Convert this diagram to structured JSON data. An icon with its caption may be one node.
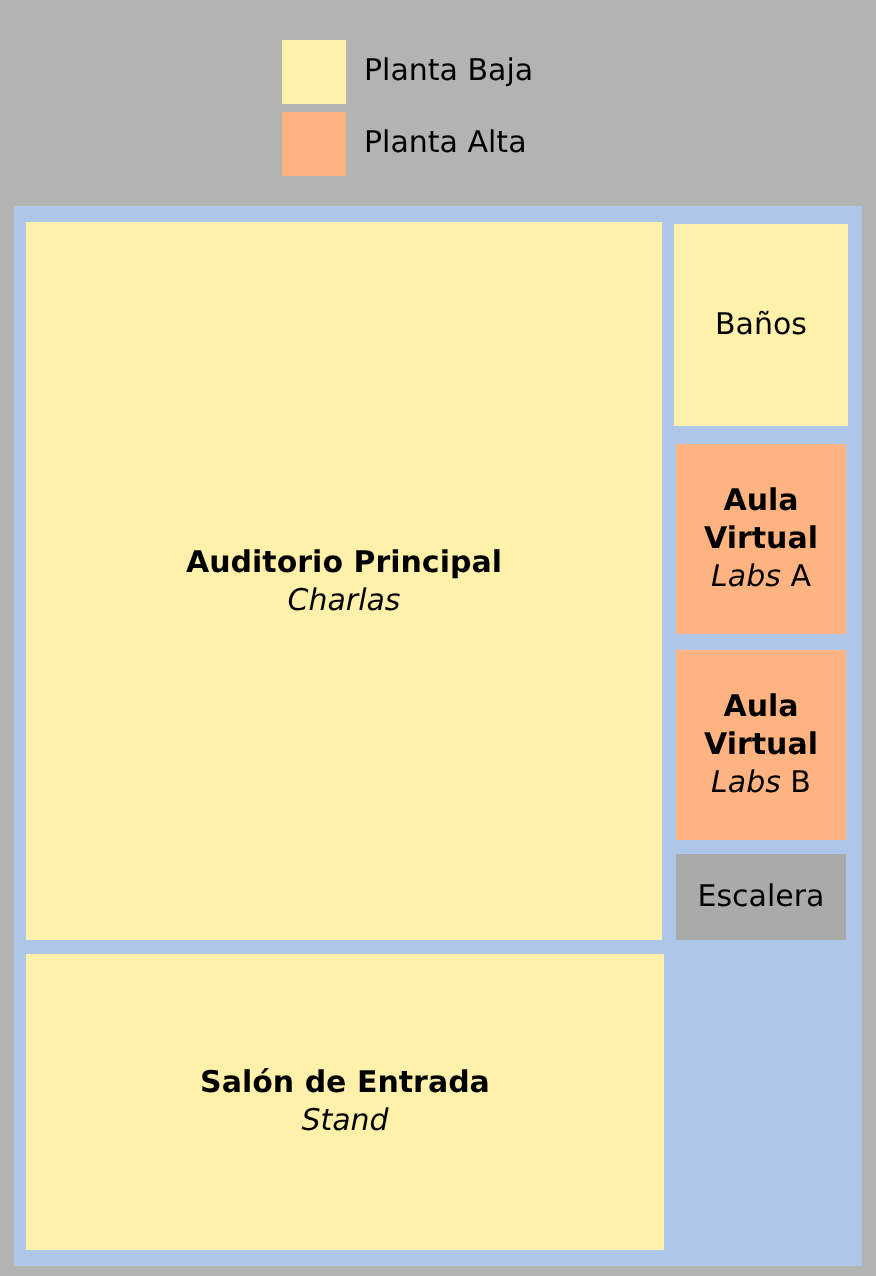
{
  "diagram": {
    "nodes": [
      {
        "text": [],
        "shape": "box"
      },
      {
        "text": [
          "Auditorio Principal",
          "Charlas"
        ],
        "in": 0
      },
      {
        "text": [
          "Salón de Entrada",
          "Stand"
        ],
        "in": 0
      },
      {
        "text": [
          "Baños"
        ],
        "in": 0
      },
      {
        "text": [
          "Aula Virtual",
          "*Labs* A"
        ],
        "in": 0
      },
      {
        "text": [
          "Aula Virtual",
          "*Labs* B"
        ],
        "in": 0
      },
      {
        "text": [
          "Escalera"
        ],
        "in": 0
      }
    ],
    "legend": [
      {
        "text": "Planta Baja",
        "color": "#fff0aa"
      },
      {
        "text": "Planta Alta",
        "color": "#ffb380"
      }
    ]
  }
}
